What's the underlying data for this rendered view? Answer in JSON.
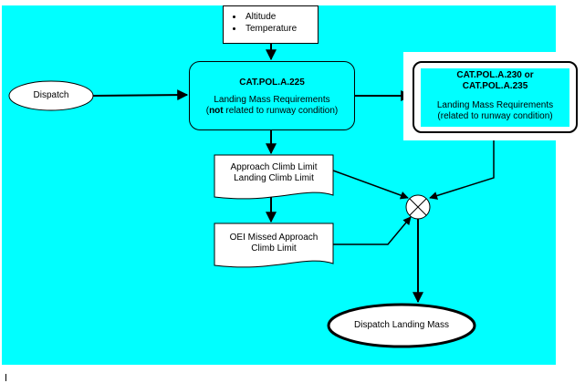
{
  "inputs": {
    "items": [
      "Altitude",
      "Temperature"
    ]
  },
  "dispatch": {
    "label": "Dispatch"
  },
  "main": {
    "code": "CAT.POL.A.225",
    "line1": "Landing Mass Requirements",
    "line2_bold": "not",
    "line2_rest": " related to runway condition)",
    "line2_open": "("
  },
  "right": {
    "code_line1": "CAT.POL.A.230 or",
    "code_line2": "CAT.POL.A.235",
    "line1": "Landing Mass Requirements",
    "line2": "(related to runway condition)"
  },
  "climb": {
    "line1": "Approach Climb Limit",
    "line2": "Landing Climb Limit"
  },
  "oei": {
    "line1": "OEI Missed Approach",
    "line2": "Climb Limit"
  },
  "result": {
    "label": "Dispatch Landing Mass"
  },
  "colors": {
    "background": "#00ffff",
    "box": "#ffffff",
    "line": "#000000"
  }
}
